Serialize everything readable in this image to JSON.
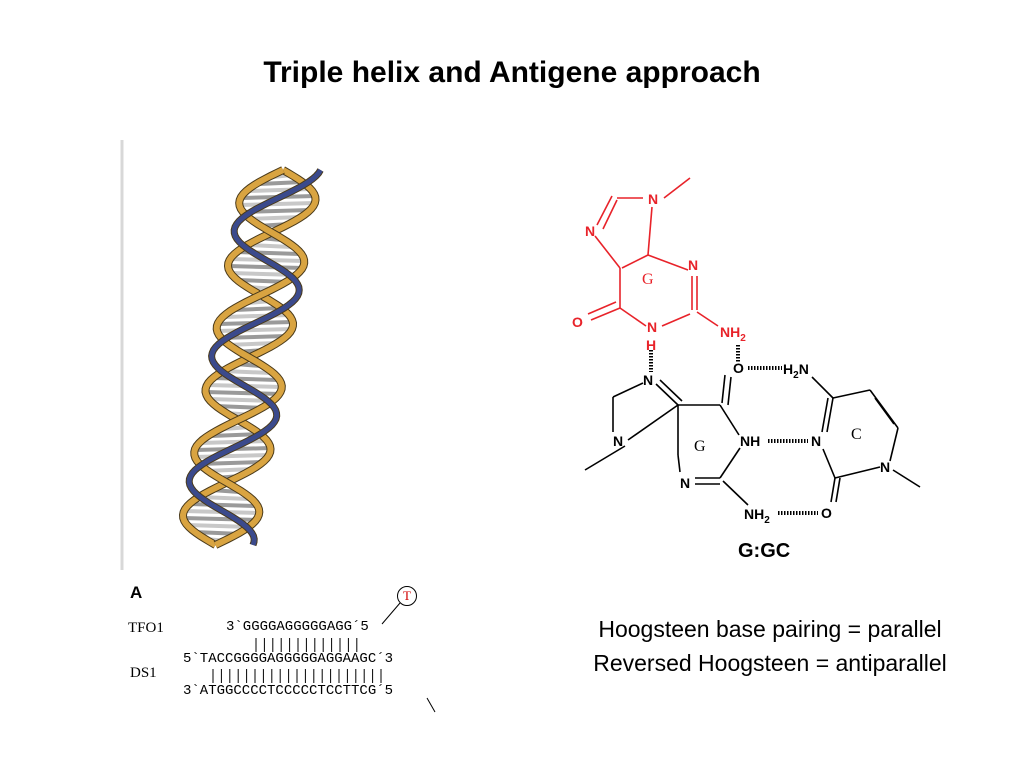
{
  "title": "Triple helix and Antigene approach",
  "helix_image": {
    "icon": "triple-helix-illustration",
    "colors": {
      "strand_gold": "#d9a441",
      "strand_blue": "#3b4a8c",
      "bases_gray": "#9a9a9a"
    }
  },
  "chemistry": {
    "ring_labels": {
      "top_g": "G",
      "lower_g": "G",
      "c": "C"
    },
    "top_guanine_atoms": {
      "n7": "N",
      "n9": "N",
      "n3": "N",
      "n1": "N",
      "o6": "O",
      "nh2": "NH",
      "h": "H"
    },
    "lower_guanine_atoms": {
      "n7": "N",
      "n9": "N",
      "n3": "N",
      "nh": "NH",
      "o6": "O",
      "nh2": "NH"
    },
    "cytosine_atoms": {
      "h2n": "H",
      "n3": "N",
      "n1": "N",
      "o2": "O"
    },
    "subscript": "2",
    "colors": {
      "hoogsteen_strand": "#e8232a",
      "watson_crick": "#000000"
    },
    "caption": "G:GC"
  },
  "figure_a": {
    "panel_label": "A",
    "tfo_label": "TFO1",
    "ds_label": "DS1",
    "tfo_seq": "3`GGGGAGGGGGAGG´5",
    "ds_top_seq": "5`TACCGGGGAGGGGGAGGAAGC´3",
    "ds_bottom_seq": "3`ATGGCCCCTCCCCCTCCTTCG´5",
    "mutation": "T"
  },
  "description": {
    "line1": "Hoogsteen base pairing = parallel",
    "line2": "Reversed Hoogsteen = antiparallel"
  }
}
